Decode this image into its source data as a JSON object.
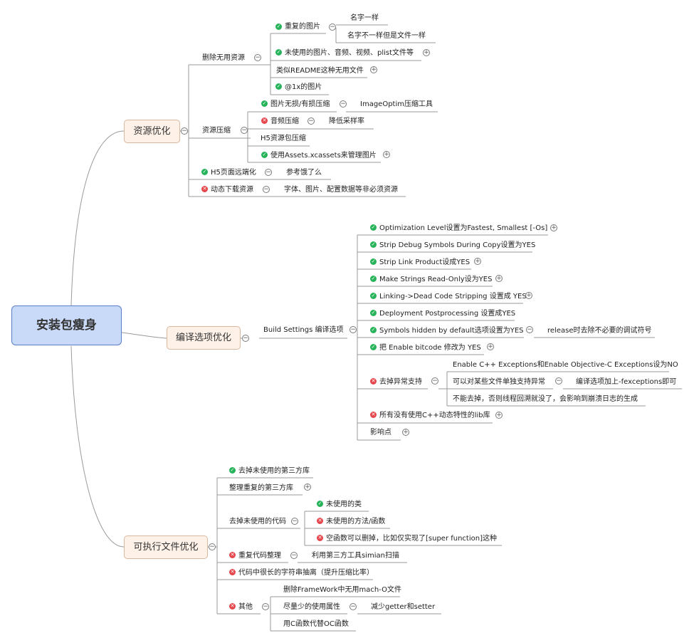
{
  "root": "安装包瘦身",
  "branches": {
    "resource": {
      "title": "资源优化",
      "delete_useless": {
        "label": "删除无用资源",
        "duplicate_images": "重复的图片",
        "same_name": "名字一样",
        "diff_name_same_file": "名字不一样但是文件一样",
        "unused_media": "未使用的图片、音频、视频、plist文件等",
        "readme_like": "类似README这种无用文件",
        "image_1x": "@1x的图片"
      },
      "compression": {
        "label": "资源压缩",
        "image_compress": "图片无损/有损压缩",
        "imageoptim": "ImageOptim压缩工具",
        "audio_compress": "音频压缩",
        "lower_sample_rate": "降低采样率",
        "h5_package": "H5资源包压缩",
        "xcassets": "使用Assets.xcassets来管理图片"
      },
      "h5_remote": "H5页面远端化",
      "h5_ref": "参考饿了么",
      "dynamic_download": "动态下载资源",
      "dynamic_detail": "字体、图片、配置数据等非必须资源"
    },
    "compile": {
      "title": "编译选项优化",
      "build_settings": "Build Settings 编译选项",
      "items": [
        "Optimization Level设置为Fastest, Smallest [-Os]",
        "Strip Debug Symbols During Copy设置为YES",
        "Strip Link Product设成YES",
        "Make Strings Read-Only设为YES",
        "Linking->Dead Code Stripping 设置成 YES",
        "Deployment Postprocessing 设置成YES",
        "Symbols hidden by default选项设置为YES",
        "把 Enable bitcode 修改为 YES",
        "去掉异常支持",
        "所有没有使用C++动态特性的lib库",
        "影响点"
      ],
      "symbols_note": "release时去除不必要的调试符号",
      "exception": {
        "enable_cpp": "Enable C++ Exceptions和Enable Objective-C Exceptions设为NO",
        "per_file": "可以对某些文件单独支持异常",
        "per_file_note": "编译选项加上-fexceptions即可",
        "cannot_remove": "不能去掉，否则线程回溯就没了，会影响到崩溃日志的生成"
      }
    },
    "executable": {
      "title": "可执行文件优化",
      "remove_unused_libs": "去掉未使用的第三方库",
      "dup_libs": "整理重复的第三方库",
      "unused_code": {
        "label": "去掉未使用的代码",
        "unused_classes": "未使用的类",
        "unused_methods": "未使用的方法/函数",
        "empty_functions": "空函数可以删掉，比如仅实现了[super function]这种"
      },
      "dup_code": "重复代码整理",
      "simian": "利用第三方工具simian扫描",
      "long_strings": "代码中很长的字符串抽离（提升压缩比率）",
      "others": {
        "label": "其他",
        "macho": "删除FrameWork中无用mach-O文件",
        "less_props": "尽量少的使用属性",
        "getter_setter": "减少getter和setter",
        "c_functions": "用C函数代替OC函数"
      }
    }
  },
  "colors": {
    "line": "#9a9a9a",
    "root_fill": "#c9daf8",
    "root_border": "#5b7ec7",
    "main_fill": "#fdf1e8",
    "ok": "#26b35a",
    "bad": "#e5474c"
  }
}
